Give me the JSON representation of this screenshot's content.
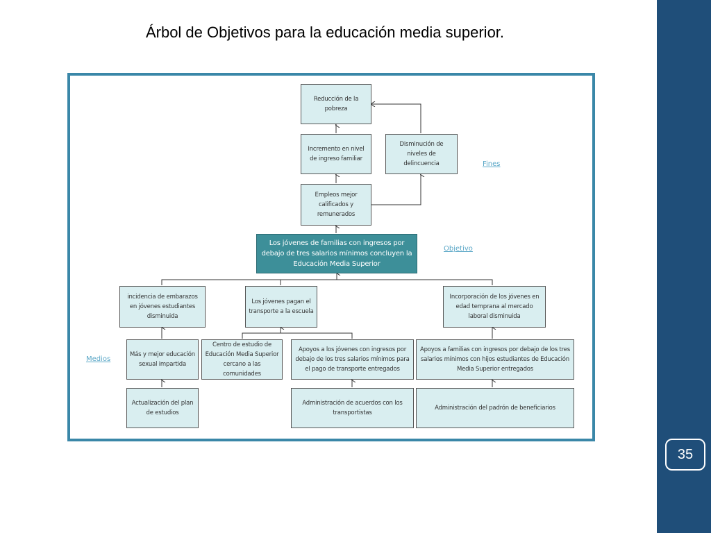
{
  "slide": {
    "title": "Árbol de Objetivos para la educación media superior.",
    "page_number": "35"
  },
  "diagram": {
    "labels": {
      "fines": "Fines",
      "objetivo": "Objetivo",
      "medios": "Medios"
    },
    "nodes": {
      "reduccion": "Reducción de la pobreza",
      "incremento": "Incremento en nivel de ingreso familiar",
      "disminucion": "Disminución de niveles de delincuencia",
      "empleos": "Empleos mejor calificados y remunerados",
      "objetivo": "Los jóvenes de familias con ingresos por debajo de tres salarios mínimos concluyen la Educación Media Superior",
      "embarazos": "incidencia de embarazos en jóvenes estudiantes disminuida",
      "transporte": "Los jóvenes pagan el transporte a la escuela",
      "incorporacion": "Incorporación de los jóvenes en edad temprana al mercado laboral disminuida",
      "educacion_sexual": "Más y mejor educación sexual impartida",
      "centro_estudio": "Centro de estudio de Educación Media Superior cercano a las comunidades",
      "apoyos_transporte": "Apoyos a los jóvenes con ingresos por debajo de los tres salarios mínimos para el pago de transporte entregados",
      "apoyos_familias": "Apoyos a familias con ingresos por debajo de los tres salarios mínimos con hijos estudiantes de Educación Media Superior entregados",
      "actualizacion": "Actualización del plan de estudios",
      "administracion_acuerdos": "Administración de acuerdos con los transportistas",
      "administracion_padron": "Administración del padrón de beneficiarios"
    }
  }
}
